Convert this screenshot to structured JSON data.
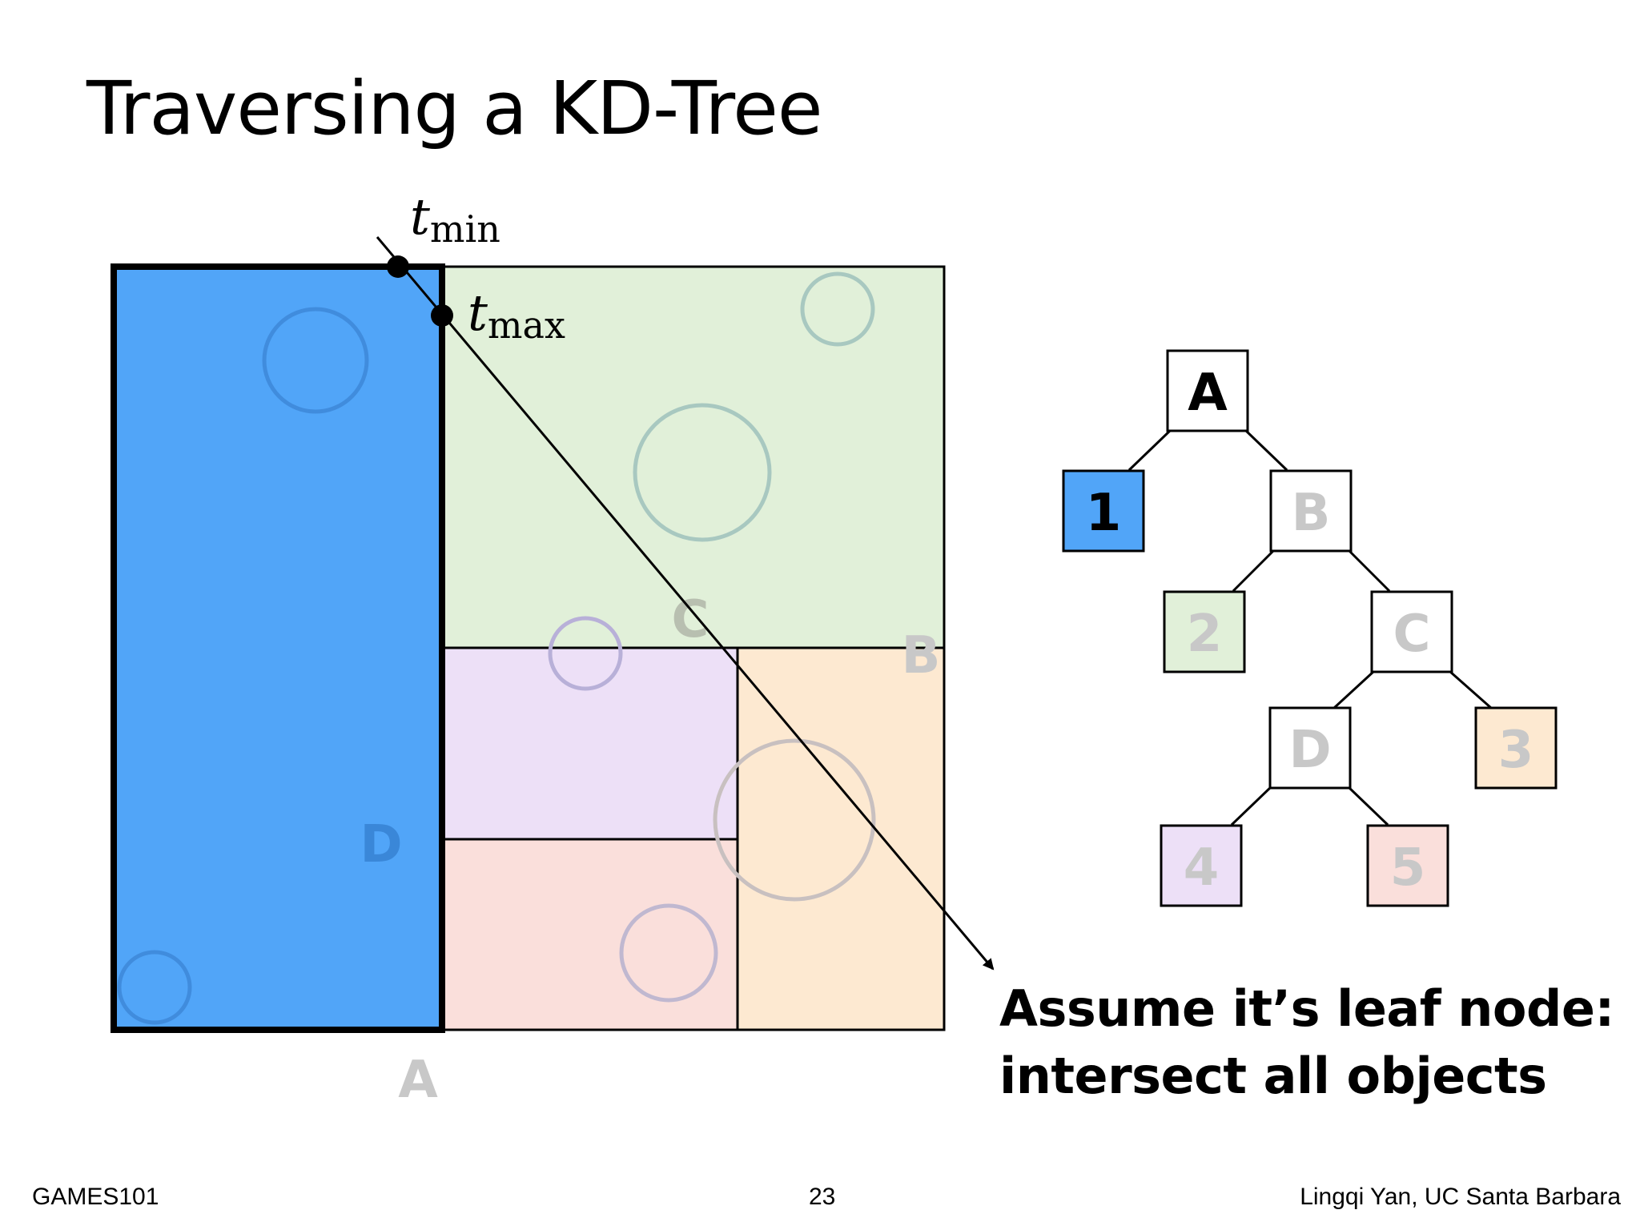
{
  "slide": {
    "title": "Traversing a KD-Tree",
    "note_line1": "Assume it’s leaf node:",
    "note_line2": "intersect all objects"
  },
  "diagram": {
    "t_min": {
      "base": "t",
      "sub": "min"
    },
    "t_max": {
      "base": "t",
      "sub": "max"
    },
    "region_labels": {
      "A": "A",
      "B": "B",
      "C": "C",
      "D": "D"
    },
    "tree_nodes": {
      "A": "A",
      "B": "B",
      "C": "C",
      "D": "D",
      "leaf1": "1",
      "leaf2": "2",
      "leaf3": "3",
      "leaf4": "4",
      "leaf5": "5"
    },
    "colors": {
      "leaf1_blue": "#51a5f8",
      "leaf2_green": "#e1f0d9",
      "leaf3_orange": "#fde9d1",
      "leaf4_purple": "#ede0f7",
      "leaf5_pink": "#fadfdb",
      "inactive_text": "#c8c8c8"
    }
  },
  "footer": {
    "left": "GAMES101",
    "page_number": "23",
    "right": "Lingqi Yan, UC Santa Barbara"
  }
}
